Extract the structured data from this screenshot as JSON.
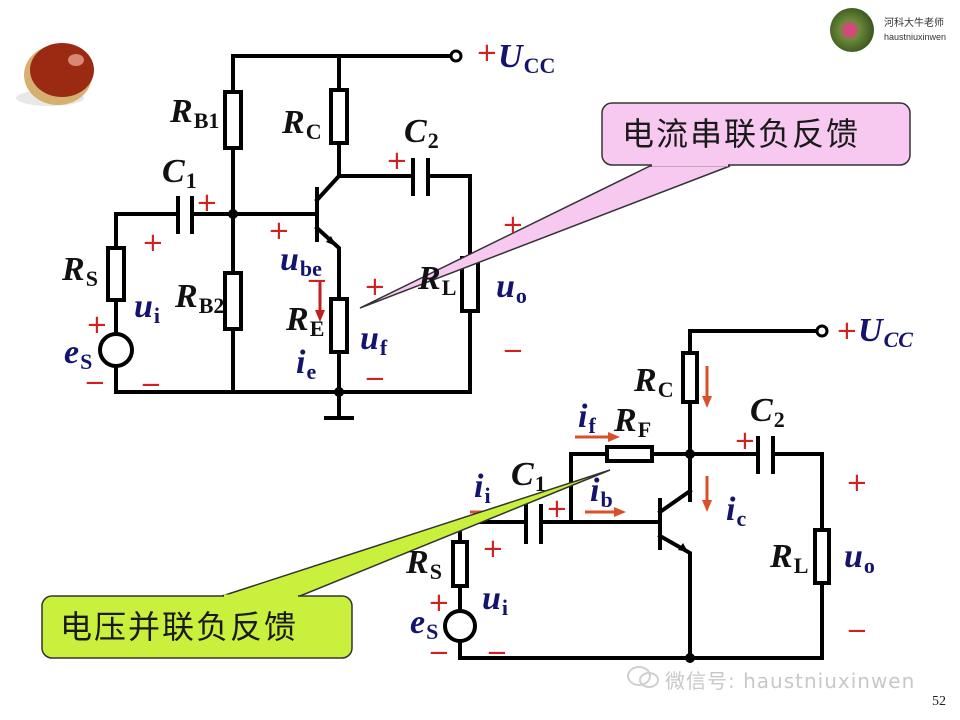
{
  "slide": {
    "page_number": "52",
    "brand": {
      "name": "河科大牛老师",
      "id": "haustniuxinwen"
    },
    "watermark": "微信号: haustniuxinwen",
    "decor_icon": "chestnut-image"
  },
  "colors": {
    "wire": "#000000",
    "label_symbol": "#111111",
    "label_quantity": "#14146e",
    "polarity_sign": "#d02020",
    "current_arrow": "#d9502a",
    "callout_top_fill": "#f7c8f0",
    "callout_bottom_fill": "#c8f03c"
  },
  "circuit_top": {
    "supply": {
      "plus": "+",
      "symbol": "U",
      "sub": "CC"
    },
    "RB1": {
      "symbol": "R",
      "sub": "B1"
    },
    "RC": {
      "symbol": "R",
      "sub": "C"
    },
    "C1": {
      "symbol": "C",
      "sub": "1"
    },
    "C2": {
      "symbol": "C",
      "sub": "2"
    },
    "RS": {
      "symbol": "R",
      "sub": "S"
    },
    "RB2": {
      "symbol": "R",
      "sub": "B2"
    },
    "RE": {
      "symbol": "R",
      "sub": "E"
    },
    "RL": {
      "symbol": "R",
      "sub": "L"
    },
    "ui": {
      "symbol": "u",
      "sub": "i"
    },
    "eS": {
      "symbol": "e",
      "sub": "S"
    },
    "ube": {
      "symbol": "u",
      "sub": "be"
    },
    "uf": {
      "symbol": "u",
      "sub": "f"
    },
    "ie": {
      "symbol": "i",
      "sub": "e"
    },
    "uo": {
      "symbol": "u",
      "sub": "o"
    },
    "plus": "+",
    "minus": "−"
  },
  "callout_top": {
    "text": "电流串联负反馈"
  },
  "circuit_bottom": {
    "supply": {
      "plus": "+",
      "symbol": "U",
      "sub": "CC"
    },
    "RC": {
      "symbol": "R",
      "sub": "C"
    },
    "RF": {
      "symbol": "R",
      "sub": "F"
    },
    "C1": {
      "symbol": "C",
      "sub": "1"
    },
    "C2": {
      "symbol": "C",
      "sub": "2"
    },
    "RS": {
      "symbol": "R",
      "sub": "S"
    },
    "RL": {
      "symbol": "R",
      "sub": "L"
    },
    "if": {
      "symbol": "i",
      "sub": "f"
    },
    "ii": {
      "symbol": "i",
      "sub": "i"
    },
    "ib": {
      "symbol": "i",
      "sub": "b"
    },
    "ic": {
      "symbol": "i",
      "sub": "c"
    },
    "ui": {
      "symbol": "u",
      "sub": "i"
    },
    "eS": {
      "symbol": "e",
      "sub": "S"
    },
    "uo": {
      "symbol": "u",
      "sub": "o"
    },
    "plus": "+",
    "minus": "−"
  },
  "callout_bottom": {
    "text": "电压并联负反馈"
  }
}
